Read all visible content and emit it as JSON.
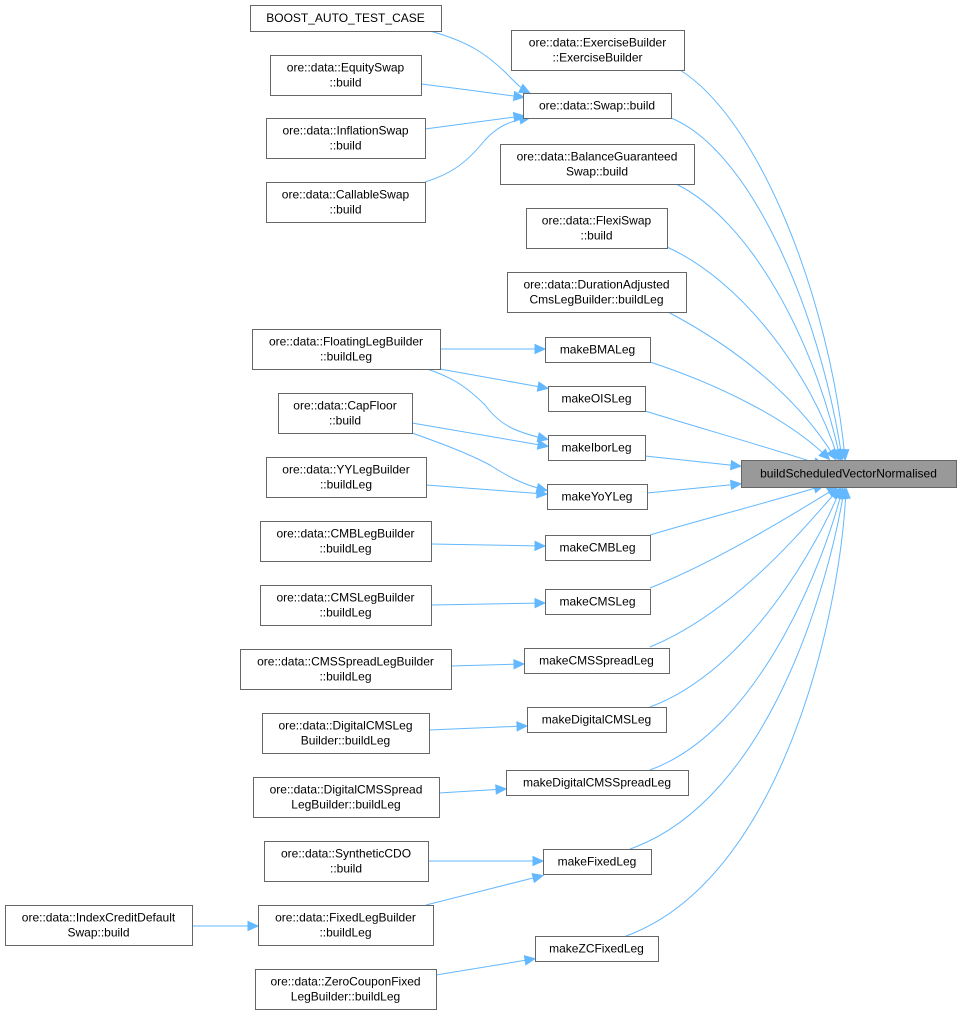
{
  "graph": {
    "kind": "doxygen-caller-graph",
    "colors": {
      "edge": "#63b8ff",
      "node_border": "#666666",
      "node_fill": "#ffffff",
      "target_fill": "#999999"
    },
    "target": {
      "id": "target",
      "lines": [
        "buildScheduledVectorNormalised"
      ]
    },
    "nodes": [
      {
        "id": "boost",
        "lines": [
          "BOOST_AUTO_TEST_CASE"
        ]
      },
      {
        "id": "equityswap",
        "lines": [
          "ore::data::EquitySwap",
          "::build"
        ]
      },
      {
        "id": "inflationswap",
        "lines": [
          "ore::data::InflationSwap",
          "::build"
        ]
      },
      {
        "id": "callableswap",
        "lines": [
          "ore::data::CallableSwap",
          "::build"
        ]
      },
      {
        "id": "exercisebuilder",
        "lines": [
          "ore::data::ExerciseBuilder",
          "::ExerciseBuilder"
        ]
      },
      {
        "id": "swapbuild",
        "lines": [
          "ore::data::Swap::build"
        ]
      },
      {
        "id": "bgswap",
        "lines": [
          "ore::data::BalanceGuaranteed",
          "Swap::build"
        ]
      },
      {
        "id": "flexiswap",
        "lines": [
          "ore::data::FlexiSwap",
          "::build"
        ]
      },
      {
        "id": "durationadj",
        "lines": [
          "ore::data::DurationAdjusted",
          "CmsLegBuilder::buildLeg"
        ]
      },
      {
        "id": "floatinglegbuilder",
        "lines": [
          "ore::data::FloatingLegBuilder",
          "::buildLeg"
        ]
      },
      {
        "id": "capfloor",
        "lines": [
          "ore::data::CapFloor",
          "::build"
        ]
      },
      {
        "id": "yylegbuilder",
        "lines": [
          "ore::data::YYLegBuilder",
          "::buildLeg"
        ]
      },
      {
        "id": "cmblegbuilder",
        "lines": [
          "ore::data::CMBLegBuilder",
          "::buildLeg"
        ]
      },
      {
        "id": "cmslegbuilder",
        "lines": [
          "ore::data::CMSLegBuilder",
          "::buildLeg"
        ]
      },
      {
        "id": "cmsspreadlegbuilder",
        "lines": [
          "ore::data::CMSSpreadLegBuilder",
          "::buildLeg"
        ]
      },
      {
        "id": "digitalcmslegbuilder",
        "lines": [
          "ore::data::DigitalCMSLeg",
          "Builder::buildLeg"
        ]
      },
      {
        "id": "digitalcmsspreadlegbuilder",
        "lines": [
          "ore::data::DigitalCMSSpread",
          "LegBuilder::buildLeg"
        ]
      },
      {
        "id": "syntheticcdo",
        "lines": [
          "ore::data::SyntheticCDO",
          "::build"
        ]
      },
      {
        "id": "fixedlegbuilder",
        "lines": [
          "ore::data::FixedLegBuilder",
          "::buildLeg"
        ]
      },
      {
        "id": "indexcds",
        "lines": [
          "ore::data::IndexCreditDefault",
          "Swap::build"
        ]
      },
      {
        "id": "zcfixedlegbuilder",
        "lines": [
          "ore::data::ZeroCouponFixed",
          "LegBuilder::buildLeg"
        ]
      },
      {
        "id": "makebmaleg",
        "lines": [
          "makeBMALeg"
        ]
      },
      {
        "id": "makeoisleg",
        "lines": [
          "makeOISLeg"
        ]
      },
      {
        "id": "makeiborleg",
        "lines": [
          "makeIborLeg"
        ]
      },
      {
        "id": "makeyoyleg",
        "lines": [
          "makeYoYLeg"
        ]
      },
      {
        "id": "makecmbleg",
        "lines": [
          "makeCMBLeg"
        ]
      },
      {
        "id": "makecmsleg",
        "lines": [
          "makeCMSLeg"
        ]
      },
      {
        "id": "makecmsspreadleg",
        "lines": [
          "makeCMSSpreadLeg"
        ]
      },
      {
        "id": "makedigitalcmsleg",
        "lines": [
          "makeDigitalCMSLeg"
        ]
      },
      {
        "id": "makedigitalcmsspreadleg",
        "lines": [
          "makeDigitalCMSSpreadLeg"
        ]
      },
      {
        "id": "makefixedleg",
        "lines": [
          "makeFixedLeg"
        ]
      },
      {
        "id": "makezcfixedleg",
        "lines": [
          "makeZCFixedLeg"
        ]
      }
    ],
    "edges": [
      {
        "from": "boost",
        "to": "swapbuild"
      },
      {
        "from": "equityswap",
        "to": "swapbuild"
      },
      {
        "from": "inflationswap",
        "to": "swapbuild"
      },
      {
        "from": "callableswap",
        "to": "swapbuild"
      },
      {
        "from": "exercisebuilder",
        "to": "target"
      },
      {
        "from": "swapbuild",
        "to": "target"
      },
      {
        "from": "bgswap",
        "to": "target"
      },
      {
        "from": "flexiswap",
        "to": "target"
      },
      {
        "from": "durationadj",
        "to": "target"
      },
      {
        "from": "floatinglegbuilder",
        "to": "makebmaleg"
      },
      {
        "from": "floatinglegbuilder",
        "to": "makeoisleg"
      },
      {
        "from": "floatinglegbuilder",
        "to": "makeiborleg"
      },
      {
        "from": "capfloor",
        "to": "makeiborleg"
      },
      {
        "from": "capfloor",
        "to": "makeyoyleg"
      },
      {
        "from": "yylegbuilder",
        "to": "makeyoyleg"
      },
      {
        "from": "cmblegbuilder",
        "to": "makecmbleg"
      },
      {
        "from": "cmslegbuilder",
        "to": "makecmsleg"
      },
      {
        "from": "cmsspreadlegbuilder",
        "to": "makecmsspreadleg"
      },
      {
        "from": "digitalcmslegbuilder",
        "to": "makedigitalcmsleg"
      },
      {
        "from": "digitalcmsspreadlegbuilder",
        "to": "makedigitalcmsspreadleg"
      },
      {
        "from": "syntheticcdo",
        "to": "makefixedleg"
      },
      {
        "from": "fixedlegbuilder",
        "to": "makefixedleg"
      },
      {
        "from": "indexcds",
        "to": "fixedlegbuilder"
      },
      {
        "from": "zcfixedlegbuilder",
        "to": "makezcfixedleg"
      },
      {
        "from": "makebmaleg",
        "to": "target"
      },
      {
        "from": "makeoisleg",
        "to": "target"
      },
      {
        "from": "makeiborleg",
        "to": "target"
      },
      {
        "from": "makeyoyleg",
        "to": "target"
      },
      {
        "from": "makecmbleg",
        "to": "target"
      },
      {
        "from": "makecmsleg",
        "to": "target"
      },
      {
        "from": "makecmsspreadleg",
        "to": "target"
      },
      {
        "from": "makedigitalcmsleg",
        "to": "target"
      },
      {
        "from": "makedigitalcmsspreadleg",
        "to": "target"
      },
      {
        "from": "makefixedleg",
        "to": "target"
      },
      {
        "from": "makezcfixedleg",
        "to": "target"
      }
    ]
  }
}
